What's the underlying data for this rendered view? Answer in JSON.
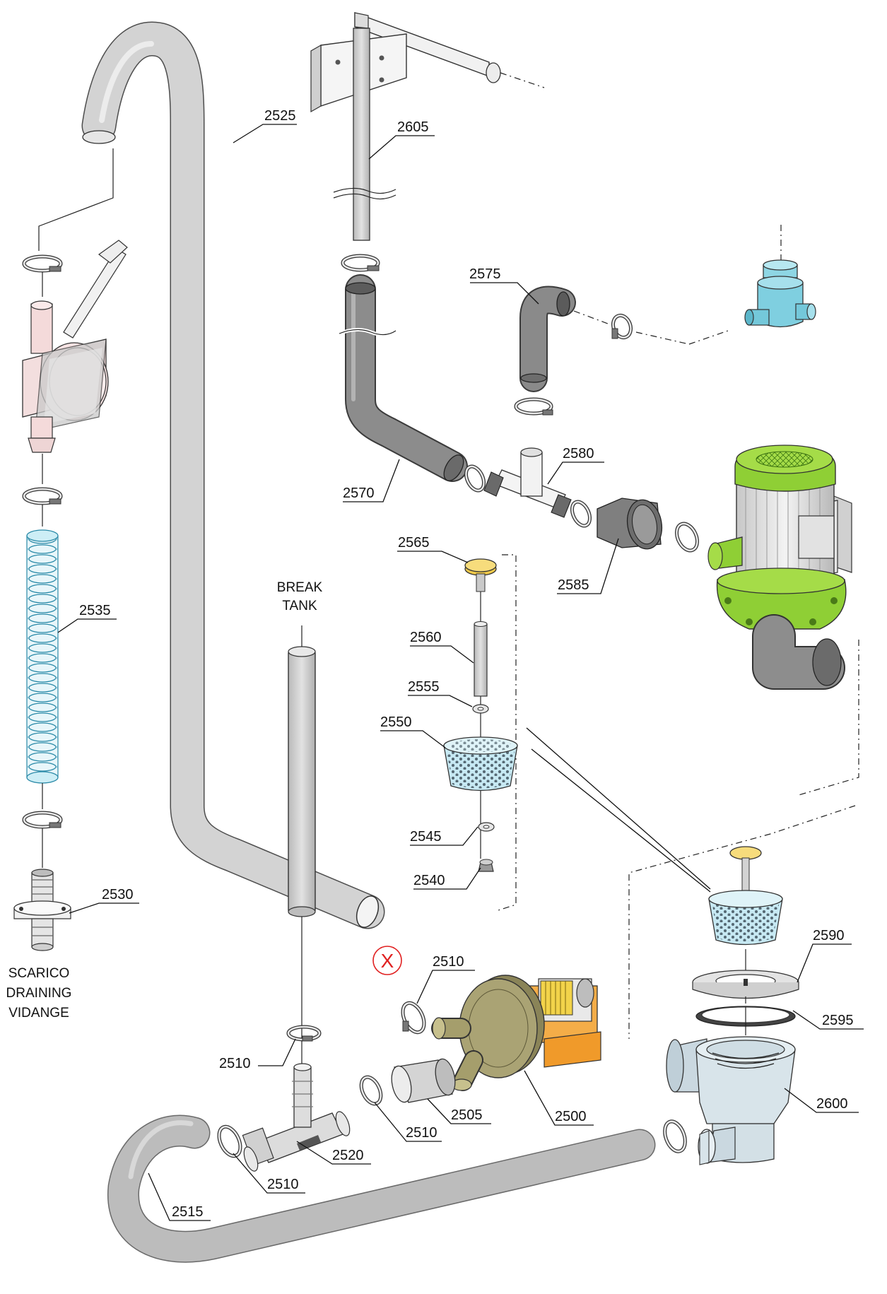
{
  "parts": [
    {
      "id": "p2500",
      "label": "2500"
    },
    {
      "id": "p2505",
      "label": "2505"
    },
    {
      "id": "p2510a",
      "label": "2510"
    },
    {
      "id": "p2510b",
      "label": "2510"
    },
    {
      "id": "p2510c",
      "label": "2510"
    },
    {
      "id": "p2510d",
      "label": "2510"
    },
    {
      "id": "p2515",
      "label": "2515"
    },
    {
      "id": "p2520",
      "label": "2520"
    },
    {
      "id": "p2525",
      "label": "2525"
    },
    {
      "id": "p2530",
      "label": "2530"
    },
    {
      "id": "p2535",
      "label": "2535"
    },
    {
      "id": "p2540",
      "label": "2540"
    },
    {
      "id": "p2545",
      "label": "2545"
    },
    {
      "id": "p2550",
      "label": "2550"
    },
    {
      "id": "p2555",
      "label": "2555"
    },
    {
      "id": "p2560",
      "label": "2560"
    },
    {
      "id": "p2565",
      "label": "2565"
    },
    {
      "id": "p2570",
      "label": "2570"
    },
    {
      "id": "p2575",
      "label": "2575"
    },
    {
      "id": "p2580",
      "label": "2580"
    },
    {
      "id": "p2585",
      "label": "2585"
    },
    {
      "id": "p2590",
      "label": "2590"
    },
    {
      "id": "p2595",
      "label": "2595"
    },
    {
      "id": "p2600",
      "label": "2600"
    },
    {
      "id": "p2605",
      "label": "2605"
    }
  ],
  "notes": {
    "break_tank": [
      "BREAK",
      "TANK"
    ],
    "drain": [
      "SCARICO",
      "DRAINING",
      "VIDANGE"
    ],
    "exclusion_mark": "X"
  },
  "colors": {
    "hose_grey": "#c8c8c8",
    "dark_pipe": "#8a8a8a",
    "motor_green": "#9ad33a",
    "pump_olive": "#a7a070",
    "pump_orange": "#f2a23a",
    "basket_blue": "#bfe6f2",
    "fitting_cyan": "#7fd0e0",
    "knob_yellow": "#f5d36a",
    "drain_body": "#d7e3ea",
    "mark_red": "#e02020"
  }
}
